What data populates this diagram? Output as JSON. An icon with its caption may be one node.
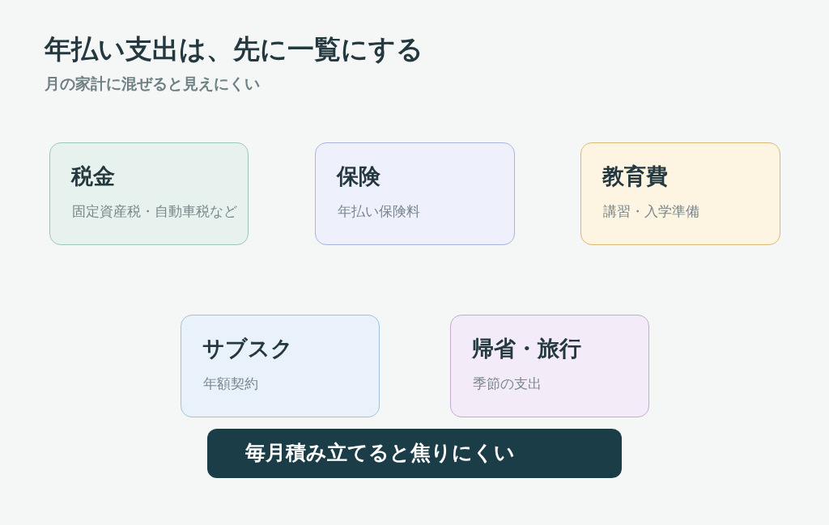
{
  "diagram": {
    "title": "年払い支出は、先に一覧にする",
    "nodes": [
      {
        "text": [
          "税金",
          "固定資産税・自動車税など"
        ]
      },
      {
        "text": [
          "保険",
          "年払い保険料"
        ]
      },
      {
        "text": [
          "教育費",
          "講習・入学準備"
        ]
      },
      {
        "text": [
          "サブスク",
          "年額契約"
        ]
      },
      {
        "text": [
          "帰省・旅行",
          "季節の支出"
        ]
      },
      {
        "text": [
          "毎月積み立てると焦りにくい"
        ]
      }
    ],
    "labels": [
      "月の家計に混ぜると見えにくい"
    ]
  }
}
